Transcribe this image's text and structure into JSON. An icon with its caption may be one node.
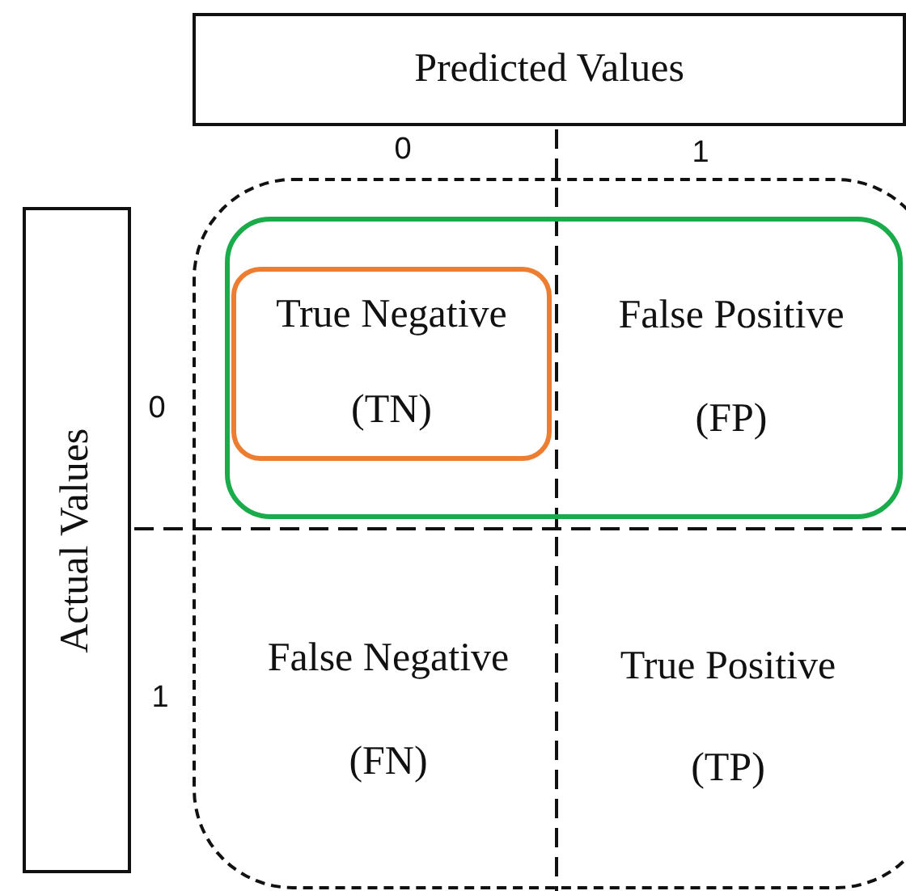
{
  "diagram": {
    "nodes": [
      {
        "text": [
          "Predicted Values"
        ]
      },
      {
        "text": [
          "Actual Values"
        ]
      },
      {
        "text": [],
        "shape": "box"
      },
      {
        "text": [],
        "shape": "box",
        "in": 2
      },
      {
        "text": [
          "True Negative",
          "(TN)"
        ],
        "in": 3
      }
    ],
    "labels": [
      "0",
      "1",
      "0",
      "False Positive",
      "(FP)",
      "1",
      "False Negative",
      "(FN)",
      "True Positive",
      "(TP)"
    ]
  }
}
